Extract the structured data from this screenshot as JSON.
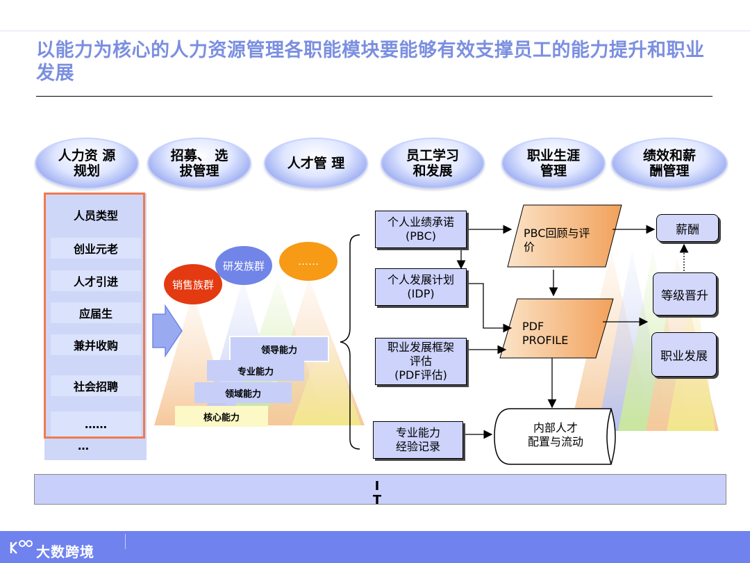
{
  "title": "以能力为核心的人力资源管理各职能模块要能够有效支撑员工的能力提升和职业发展",
  "modules": [
    {
      "line1": "人力资 源",
      "line2": "规划"
    },
    {
      "line1": "招募、 选",
      "line2": "拔管理"
    },
    {
      "line1": "人才管 理",
      "line2": ""
    },
    {
      "line1": "员工学习",
      "line2": "和发展"
    },
    {
      "line1": "职业生涯",
      "line2": "管理"
    },
    {
      "line1": "绩效和薪",
      "line2": "酬管理"
    }
  ],
  "hr_items": [
    "人员类型",
    "创业元老",
    "人才引进",
    "应届生",
    "兼并收购",
    "社会招聘",
    "……"
  ],
  "hr_more": "…",
  "clusters": {
    "sales": "销售族群",
    "rd": "研发族群",
    "more": "……"
  },
  "capabilities": [
    "领导能力",
    "专业能力",
    "领域能力",
    "核心能力"
  ],
  "dev": {
    "pbc": "个人业绩承诺\n(PBC)",
    "idp": "个人发展计划\n(IDP)",
    "pdf_eval": "职业发展框架\n评估\n(PDF评估)",
    "exp": "专业能力\n经验记录"
  },
  "mid": {
    "pbc_review": "PBC回顾与评价",
    "pdf_profile": "PDF\nPROFILE",
    "internal": "内部人才\n配置与流动"
  },
  "right": {
    "salary": "薪酬",
    "grade": "等级晋升",
    "career": "职业发展"
  },
  "it_label": "I\nT",
  "footer": {
    "brand": "大数跨境"
  },
  "colors": {
    "title": "#7b8fe0",
    "accent": "#f07a50",
    "footer": "#7082ee",
    "box": "#cdd3fb"
  }
}
